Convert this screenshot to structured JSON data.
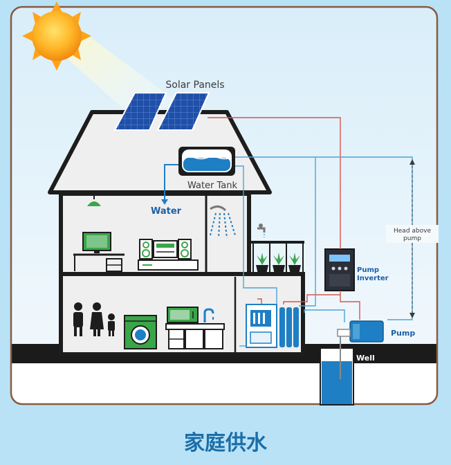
{
  "labels": {
    "solar_panels": "Solar Panels",
    "water_tank": "Water Tank",
    "water": "Water",
    "head_above_pump_line1": "Head above",
    "head_above_pump_line2": "pump",
    "pump_inverter_line1": "Pump",
    "pump_inverter_line2": "Inverter",
    "pump": "Pump",
    "well": "Well",
    "caption": "家庭供水"
  },
  "colors": {
    "page_bg": "#b9e2f7",
    "frame": "#8a5a3c",
    "sky": "#e6f3fb",
    "house_fill": "#efefef",
    "house_outline": "#1d1d1d",
    "ground": "#1b1b1b",
    "panel": "#1f4fa8",
    "water_blue": "#1e7fc4",
    "green_appliance": "#3aa64a",
    "power_line": "#d9534f",
    "water_line": "#4da3d6",
    "caption": "#1b6ea8"
  },
  "icons": [
    "sun-icon",
    "solar-panel-icon",
    "water-tank-icon",
    "lamp-icon",
    "shower-icon",
    "tap-icon",
    "tv-icon",
    "stereo-icon",
    "family-icon",
    "washing-machine-icon",
    "microwave-icon",
    "faucet-icon",
    "water-purifier-icon",
    "plant-icon",
    "pump-inverter-icon",
    "pump-icon",
    "well-icon"
  ]
}
